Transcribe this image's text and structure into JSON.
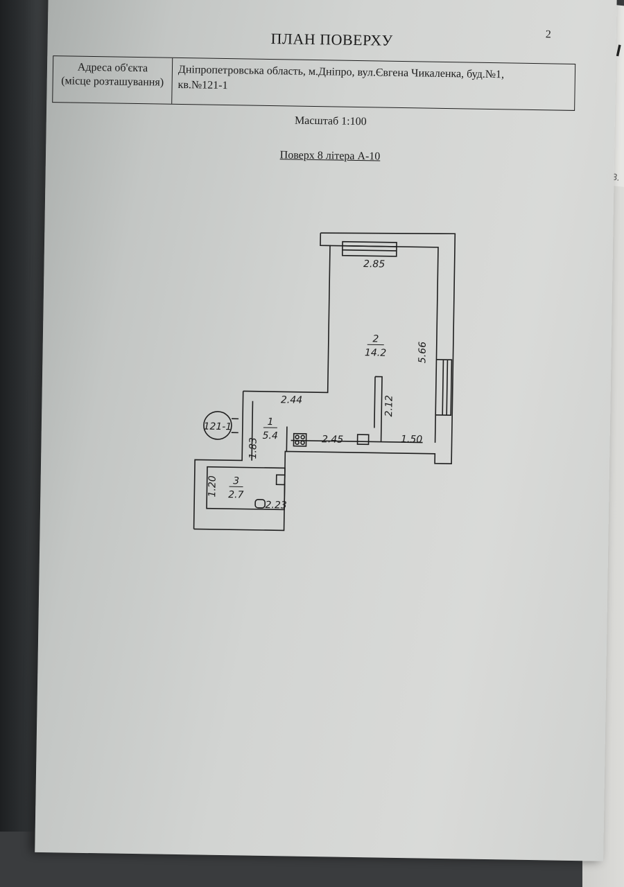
{
  "page": {
    "title": "ПЛАН ПОВЕРХУ",
    "page_number": "2",
    "address_label_line1": "Адреса об'єкта",
    "address_label_line2": "(місце розташування)",
    "address_line1": "Дніпропетровська область, м.Дніпро, вул.Євгена Чикаленка, буд.№1,",
    "address_line2": "кв.№121-1",
    "scale": "Масштаб 1:100",
    "floor_title": "Поверх 8 літера А-10"
  },
  "plan": {
    "apartment_tag": "121-1",
    "rooms": [
      {
        "number": "1",
        "area": "5.4"
      },
      {
        "number": "2",
        "area": "14.2"
      },
      {
        "number": "3",
        "area": "2.7"
      }
    ],
    "dimensions": [
      "2.85",
      "5.66",
      "2.12",
      "2.44",
      "2.45",
      "1.50",
      "1.83",
      "1.20",
      "2.23"
    ]
  },
  "background": {
    "back_sheet_text": "Р ВІ",
    "back_sheet_text_2": "3."
  }
}
